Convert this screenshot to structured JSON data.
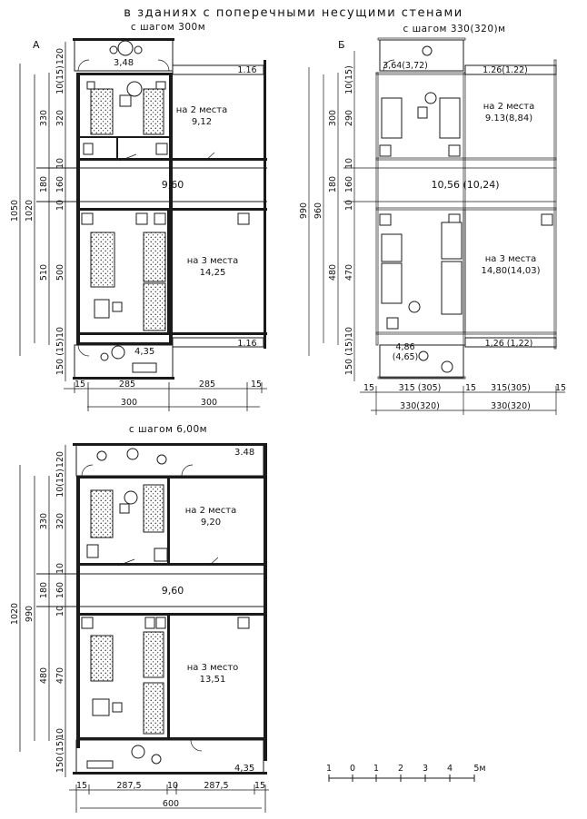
{
  "title": "в зданиях с поперечными несущими стенами",
  "plan_a": {
    "letter": "А",
    "subtitle": "с шагом 300м",
    "balcony_top": "3,48",
    "corner_top": "1.16",
    "room1_label": "на 2 места",
    "room1_area": "9,12",
    "corridor": "9,60",
    "room2_label": "на 3 места",
    "room2_area": "14,25",
    "balcony_bottom": "4,35",
    "corner_bottom": "1.16",
    "dims_h1": [
      "15",
      "285",
      "285",
      "15"
    ],
    "dims_h2": [
      "300",
      "300"
    ],
    "dims_v_inner": [
      "120",
      "10(15)",
      "320",
      "10",
      "160",
      "10",
      "500",
      "10",
      "(15)",
      "150"
    ],
    "dims_v_mid": [
      "330",
      "180",
      "510"
    ],
    "dims_v_total1": "1020",
    "dims_v_total2": "1050"
  },
  "plan_b": {
    "letter": "Б",
    "subtitle": "с шагом 330(320)м",
    "balcony_top": "3,64(3,72)",
    "corner_top": "1.26(1.22)",
    "room1_label": "на 2 места",
    "room1_area": "9.13(8,84)",
    "corridor": "10,56 (10,24)",
    "room2_label": "на 3 места",
    "room2_area": "14,80(14,03)",
    "balcony_bottom": "4,86",
    "balcony_bottom2": "(4,65)",
    "corner_bottom": "1,26 (1,22)",
    "dims_h1": [
      "15",
      "315 (305)",
      "15",
      "315(305)",
      "15"
    ],
    "dims_h2": [
      "330(320)",
      "330(320)"
    ],
    "dims_v_inner": [
      "10(15)",
      "290",
      "10",
      "160",
      "10",
      "470",
      "10",
      "(15)",
      "150"
    ],
    "dims_v_mid": [
      "300",
      "180",
      "480"
    ],
    "dims_v_total1": "960",
    "dims_v_total2": "990"
  },
  "plan_c": {
    "subtitle": "с шагом 6,00м",
    "balcony_top": "3.48",
    "room1_label": "на 2 места",
    "room1_area": "9,20",
    "corridor": "9,60",
    "room2_label": "на 3 место",
    "room2_area": "13,51",
    "balcony_bottom": "4,35",
    "dims_h1": [
      "15",
      "287,5",
      "10",
      "287,5",
      "15"
    ],
    "dims_h2": [
      "600"
    ],
    "dims_v_inner": [
      "120",
      "10(15)",
      "320",
      "10",
      "160",
      "10",
      "470",
      "10",
      "(15)",
      "150"
    ],
    "dims_v_mid": [
      "330",
      "180",
      "480"
    ],
    "dims_v_total1": "990",
    "dims_v_total2": "1020"
  },
  "scale": {
    "ticks": [
      "1",
      "0",
      "1",
      "2",
      "3",
      "4",
      "5м"
    ]
  }
}
